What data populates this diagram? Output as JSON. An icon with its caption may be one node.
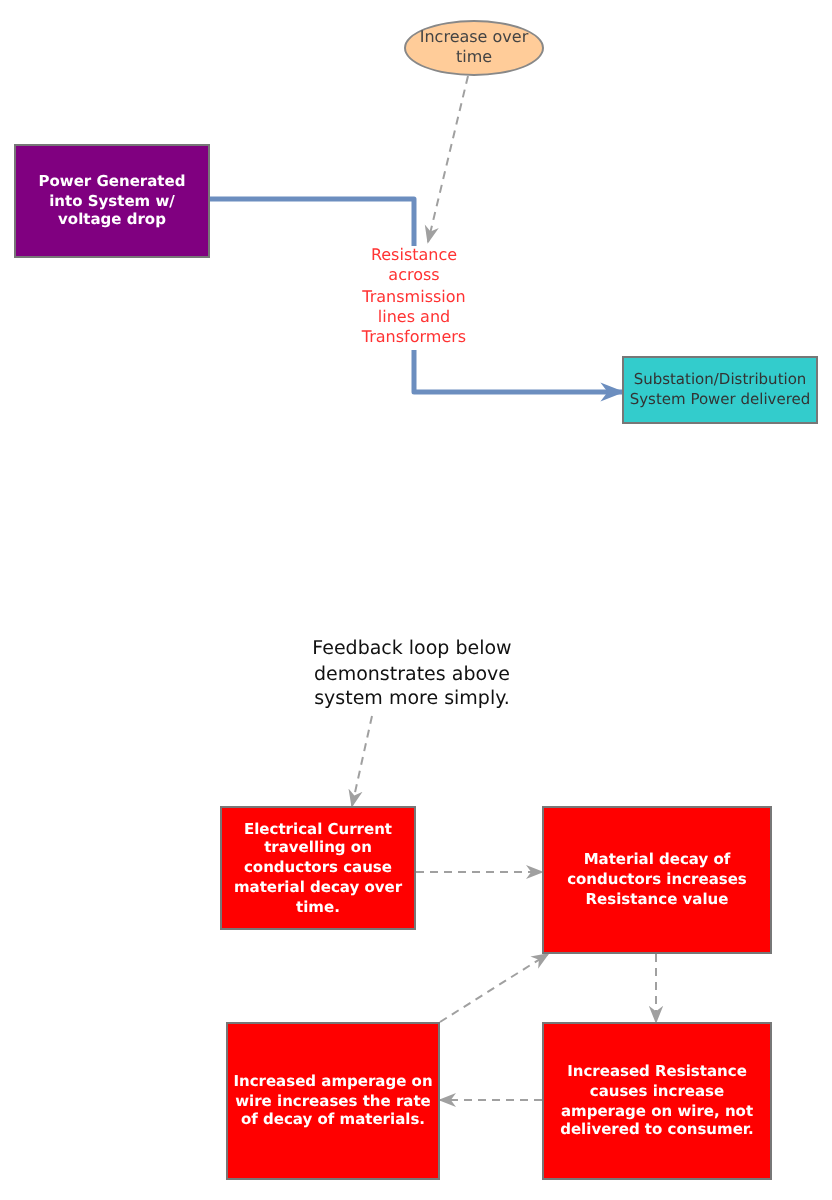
{
  "diagram": {
    "nodes": [
      {
        "text": [
          "Increase over time"
        ]
      },
      {
        "text": [
          "Power Generated into System w/ voltage drop"
        ]
      },
      {
        "text": [
          "Substation/Distribution System Power delivered"
        ]
      },
      {
        "text": [
          "Feedback loop below demonstrates above system more simply."
        ]
      },
      {
        "text": [
          "Electrical Current travelling on conductors cause material decay over time."
        ]
      },
      {
        "text": [
          "Material decay of conductors increases Resistance value"
        ]
      },
      {
        "text": [
          "Increased Resistance causes increase amperage on wire, not delivered to consumer."
        ]
      },
      {
        "text": [
          "Increased amperage on wire increases the rate of decay of materials."
        ]
      }
    ],
    "edges": [
      {
        "from": 1,
        "to": 2,
        "arrow": "to",
        "label": "Resistance across Transmission lines and Transformers",
        "style": "thick",
        "color": "#6c8ebf"
      },
      {
        "from": 0,
        "to": null,
        "arrow": "to",
        "style": "dashed"
      },
      {
        "from": 3,
        "to": 4,
        "arrow": "to",
        "style": "dashed"
      },
      {
        "from": 4,
        "to": 5,
        "arrow": "to",
        "style": "dashed"
      },
      {
        "from": 5,
        "to": 6,
        "arrow": "to",
        "style": "dashed"
      },
      {
        "from": 6,
        "to": 7,
        "arrow": "to",
        "style": "dashed"
      },
      {
        "from": 7,
        "to": 5,
        "arrow": "to",
        "style": "dashed"
      }
    ]
  }
}
